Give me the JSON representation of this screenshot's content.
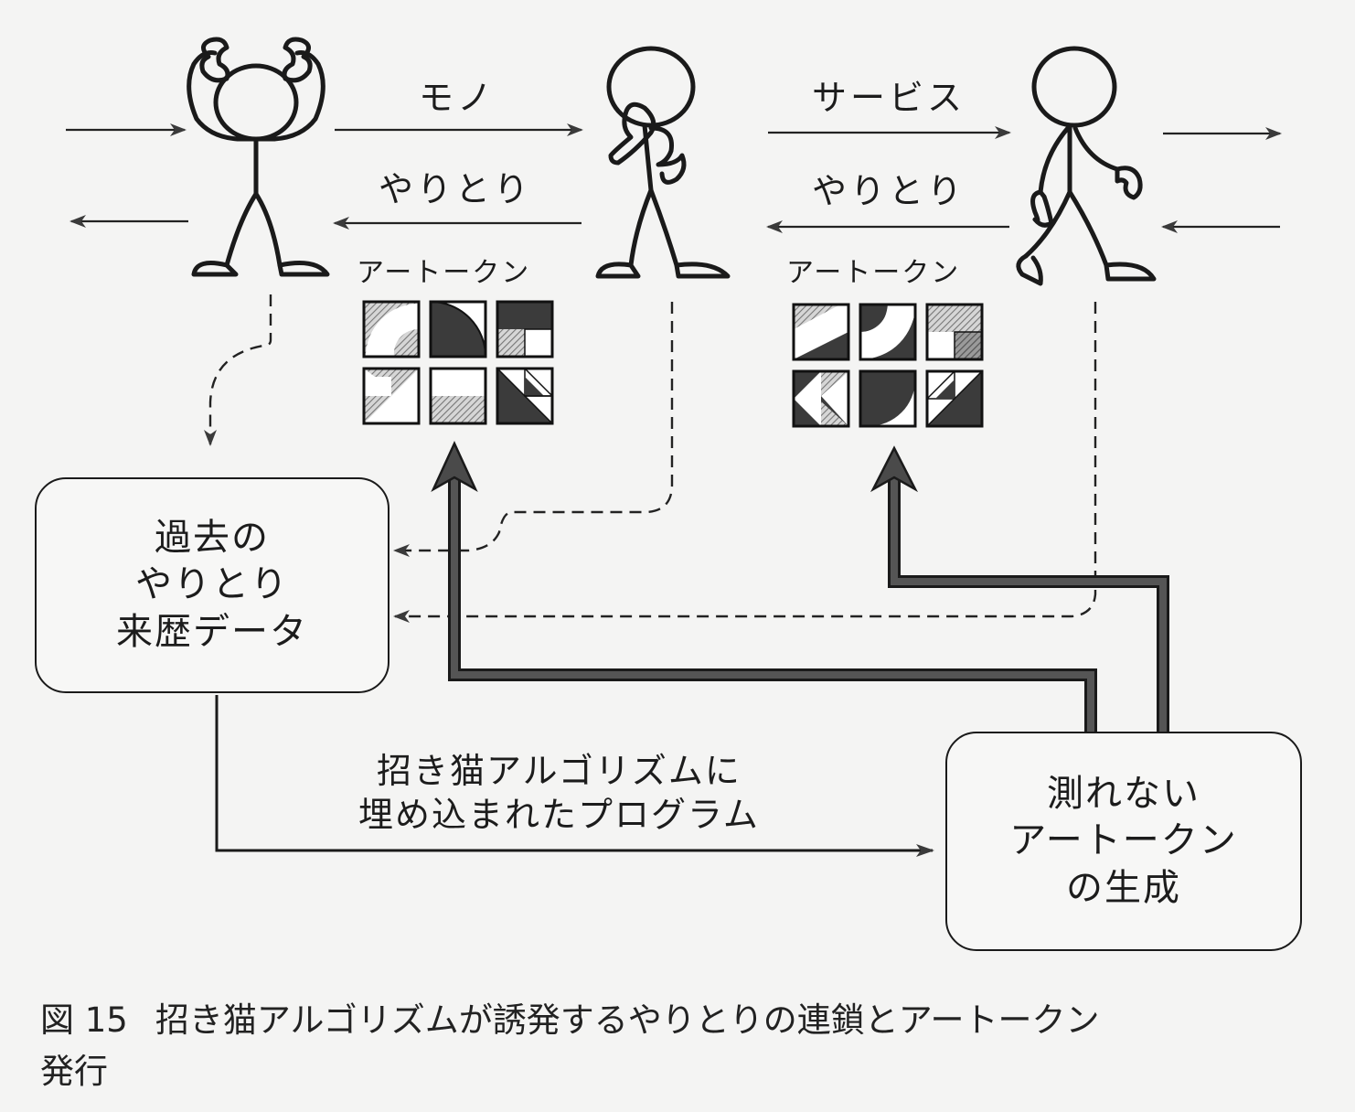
{
  "figure": {
    "caption_number": "図 15",
    "caption_text": "招き猫アルゴリズムが誘発するやりとりの連鎖とアートークン",
    "caption_text_line2": "発行"
  },
  "persons": [
    {
      "id": "person-1",
      "pose": "hands-on-head"
    },
    {
      "id": "person-2",
      "pose": "thinking"
    },
    {
      "id": "person-3",
      "pose": "walking"
    }
  ],
  "flows": [
    {
      "from": "person-1",
      "to": "person-2",
      "forward_label": "モノ",
      "backward_label": "やりとり",
      "token_label": "アートークン"
    },
    {
      "from": "person-2",
      "to": "person-3",
      "forward_label": "サービス",
      "backward_label": "やりとり",
      "token_label": "アートークン"
    }
  ],
  "boxes": {
    "history": {
      "lines": [
        "過去の",
        "やりとり",
        "来歴データ"
      ]
    },
    "generation": {
      "lines": [
        "測れない",
        "アートークン",
        "の生成"
      ]
    }
  },
  "program_label": {
    "lines": [
      "招き猫アルゴリズムに",
      "埋め込まれたプログラム"
    ]
  },
  "token_sets": [
    {
      "tiles": [
        {
          "pattern": "quarter-ring",
          "colors": [
            "hatch",
            "white",
            "hatch"
          ]
        },
        {
          "pattern": "quarter-circle-dark"
        },
        {
          "pattern": "l-split",
          "colors": [
            "dark",
            "hatch",
            "white"
          ]
        },
        {
          "pattern": "triangle-steps-hatch"
        },
        {
          "pattern": "bottom-band-hatch"
        },
        {
          "pattern": "triangle-nested-dark"
        }
      ]
    },
    {
      "tiles": [
        {
          "pattern": "diagonal-band",
          "colors": [
            "hatch",
            "white",
            "dark"
          ]
        },
        {
          "pattern": "ring-band-dark"
        },
        {
          "pattern": "l-split",
          "colors": [
            "hatch",
            "white",
            "hatch-dark"
          ]
        },
        {
          "pattern": "chevron-left"
        },
        {
          "pattern": "quarter-circle-dark-inverted"
        },
        {
          "pattern": "triangle-nested-dark-mirror"
        }
      ]
    }
  ],
  "colors": {
    "ink": "#1a1a1a",
    "dark_fill": "#3b3b3b",
    "hatch_fill": "#a9a9a9",
    "paper": "#f4f4f3"
  }
}
